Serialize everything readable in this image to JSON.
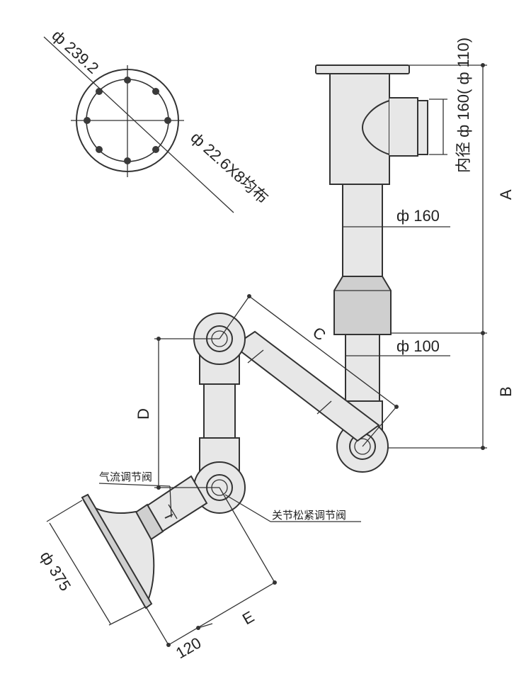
{
  "labels": {
    "flange_dia": "ф 239.2",
    "bolt_holes": "ф 22.6X8均布",
    "outlet_dia": "内径 ф 160( ф 110)",
    "upper_tube_dia": "ф 160",
    "lower_tube_dia": "ф 100",
    "dim_a": "A",
    "dim_b": "B",
    "dim_c": "C",
    "dim_d": "D",
    "dim_e": "E",
    "hood_dia": "ф 375",
    "dim_120": "120",
    "airflow_valve": "气流调节阀",
    "joint_valve": "关节松紧调节阀"
  },
  "colors": {
    "line": "#333333",
    "fill": "#e7e7e7",
    "fill_dark": "#cfcfcf"
  }
}
